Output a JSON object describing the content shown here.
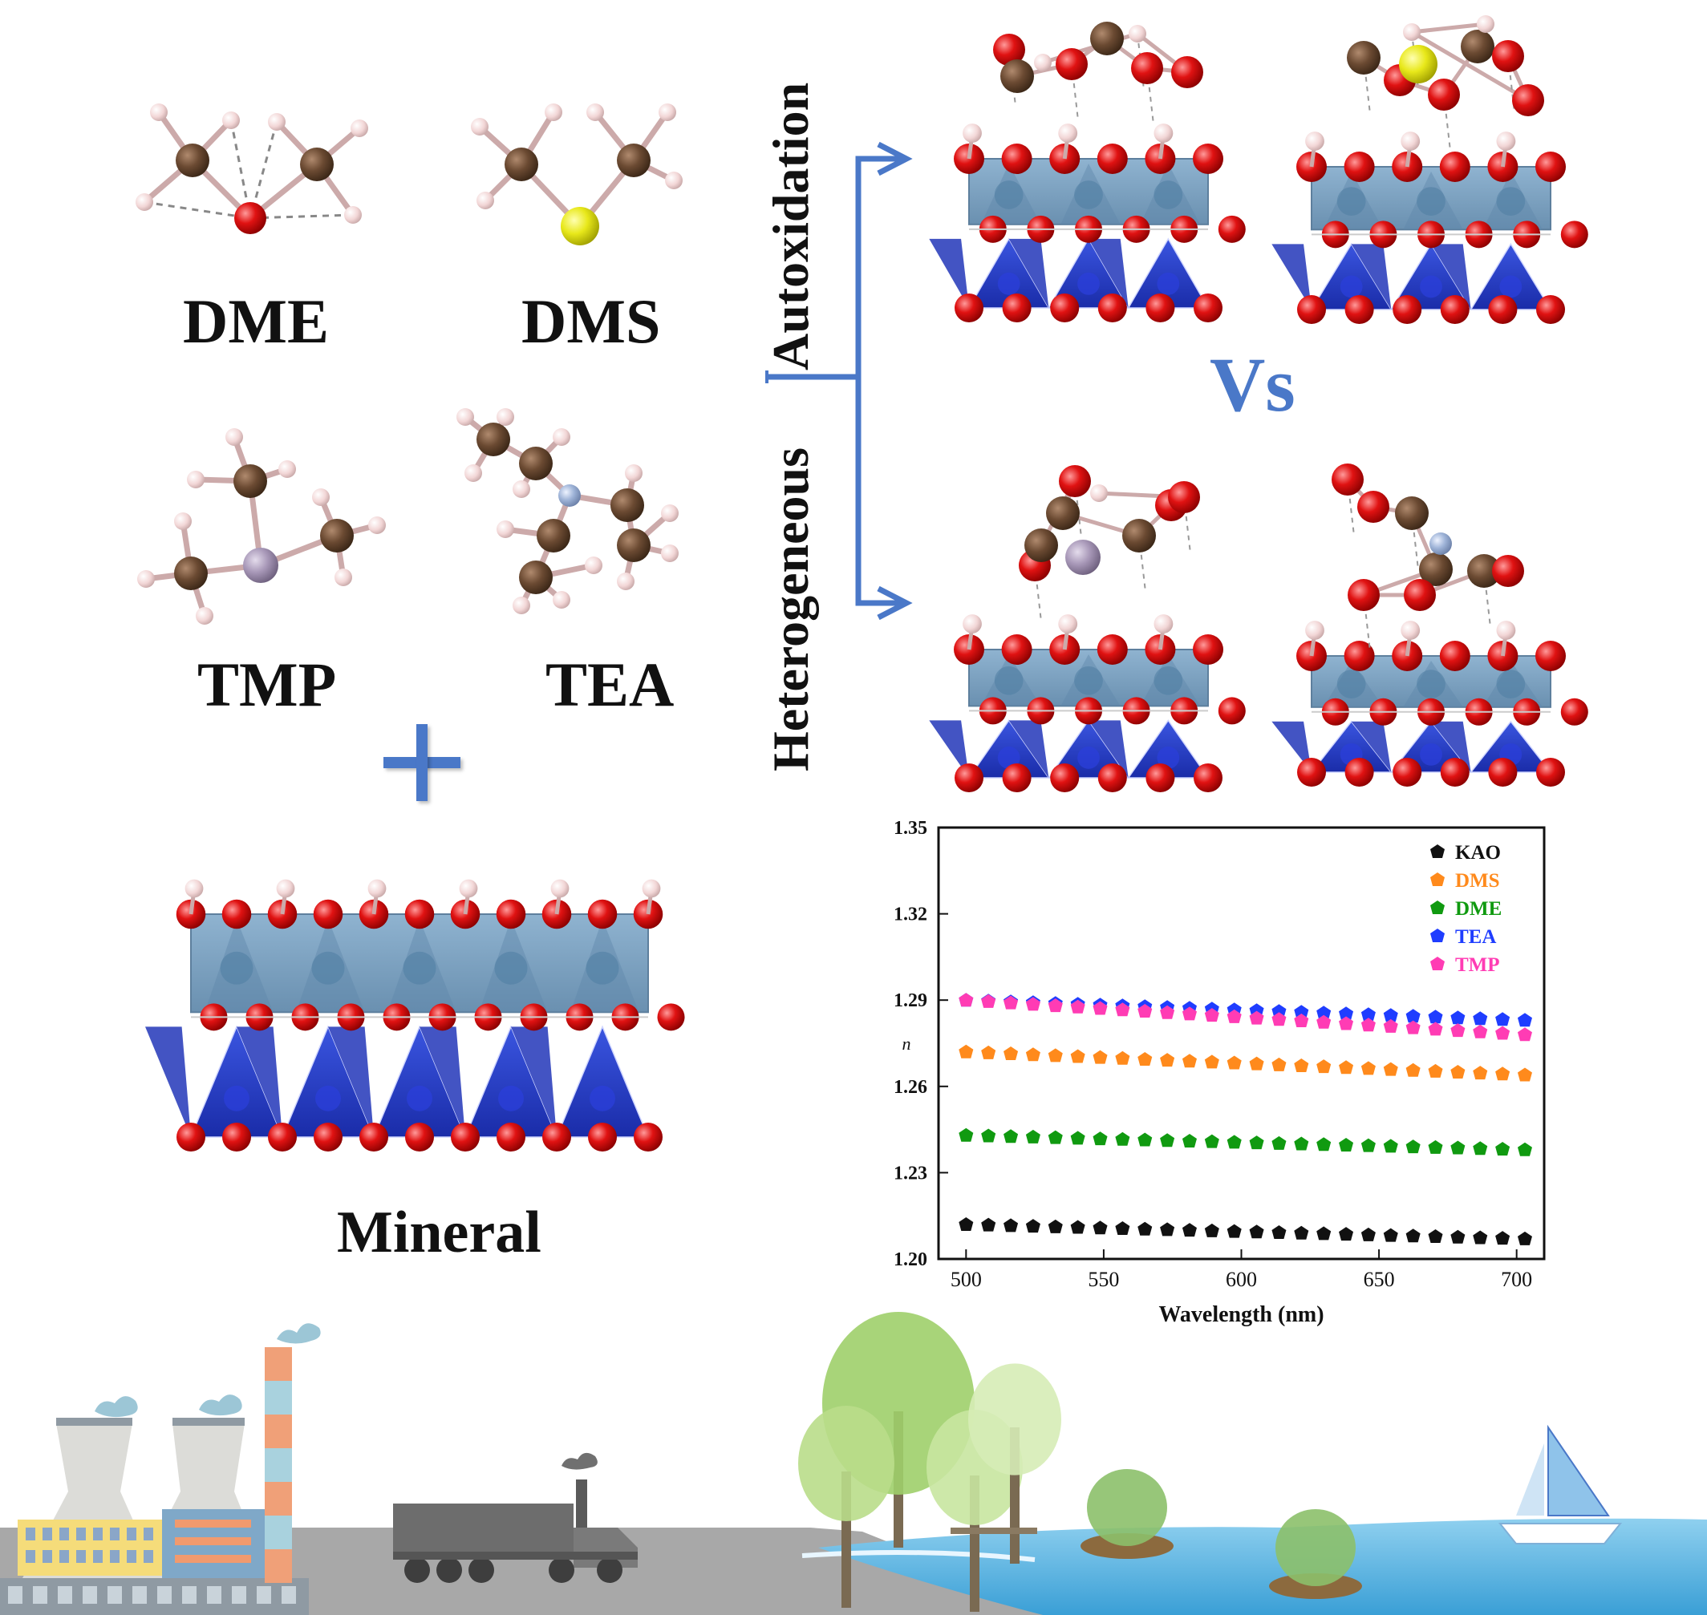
{
  "molecules": [
    {
      "id": "dme",
      "label": "DME",
      "center_atom": "O",
      "color": "#d81e1e"
    },
    {
      "id": "dms",
      "label": "DMS",
      "center_atom": "S",
      "color": "#e8e81a"
    },
    {
      "id": "tmp",
      "label": "TMP",
      "center_atom": "P",
      "color": "#a898b8"
    },
    {
      "id": "tea",
      "label": "TEA",
      "center_atom": "N",
      "color": "#9fb4d8"
    }
  ],
  "mineral_label": "Mineral",
  "process_label_left": "Heterogeneous",
  "process_label_right": "Autoxidation",
  "vs_label": "Vs",
  "colors": {
    "carbon": "#6b4a32",
    "hydrogen": "#f2d6d6",
    "oxygen": "#e01212",
    "octahedra": "#7fa6c6",
    "tetrahedra": "#2a3fc8",
    "accent": "#4a78c8"
  },
  "chart_data": {
    "type": "scatter",
    "xlabel": "Wavelength (nm)",
    "ylabel": "n",
    "xlim": [
      490,
      710
    ],
    "ylim": [
      1.2,
      1.35
    ],
    "xticks": [
      500,
      550,
      600,
      650,
      700
    ],
    "yticks": [
      1.2,
      1.23,
      1.26,
      1.29,
      1.32,
      1.35
    ],
    "ytick_labels": [
      "1.20",
      "1.23",
      "1.26",
      "1.29",
      "1.32",
      "1.35"
    ],
    "legend_position": "top-right",
    "series": [
      {
        "name": "KAO",
        "color": "#111111",
        "start": 1.212,
        "end": 1.207
      },
      {
        "name": "DMS",
        "color": "#ff8a1c",
        "start": 1.272,
        "end": 1.264
      },
      {
        "name": "DME",
        "color": "#109a10",
        "start": 1.243,
        "end": 1.238
      },
      {
        "name": "TEA",
        "color": "#1f3dff",
        "start": 1.29,
        "end": 1.283
      },
      {
        "name": "TMP",
        "color": "#ff3cb4",
        "start": 1.29,
        "end": 1.278
      }
    ]
  }
}
